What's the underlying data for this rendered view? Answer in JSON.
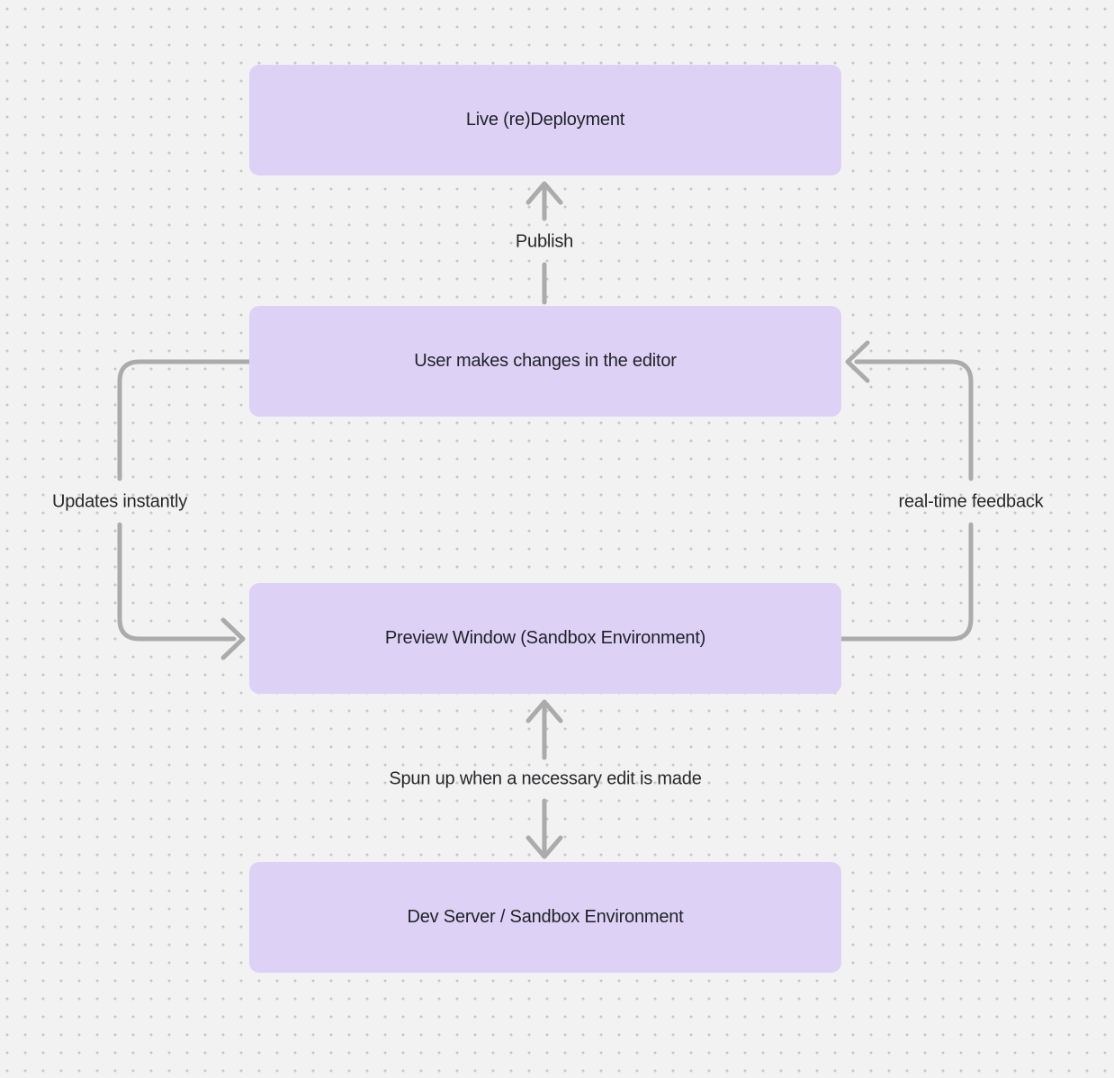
{
  "nodes": [
    {
      "id": "live-redeployment",
      "label": "Live (re)Deployment"
    },
    {
      "id": "user-editor",
      "label": "User makes changes in the editor"
    },
    {
      "id": "preview-window",
      "label": "Preview Window (Sandbox Environment)"
    },
    {
      "id": "dev-server",
      "label": "Dev Server / Sandbox Environment"
    }
  ],
  "edges": [
    {
      "id": "publish",
      "from": "user-editor",
      "to": "live-redeployment",
      "label": "Publish",
      "direction": "up",
      "side": "center"
    },
    {
      "id": "updates-instantly",
      "from": "user-editor",
      "to": "preview-window",
      "label": "Updates instantly",
      "direction": "down",
      "side": "left"
    },
    {
      "id": "real-time-feedback",
      "from": "preview-window",
      "to": "user-editor",
      "label": "real-time feedback",
      "direction": "up",
      "side": "right"
    },
    {
      "id": "spun-up",
      "from": "preview-window",
      "to": "dev-server",
      "label": "Spun up when a necessary edit is made",
      "direction": "bidirectional",
      "side": "center"
    }
  ],
  "colors": {
    "background": "#f2f2f2",
    "grid_dot": "#c7c7c7",
    "node_fill": "#ddd2f6",
    "node_text": "#1f2127",
    "arrow": "#ababab",
    "label_text": "#28282b"
  }
}
